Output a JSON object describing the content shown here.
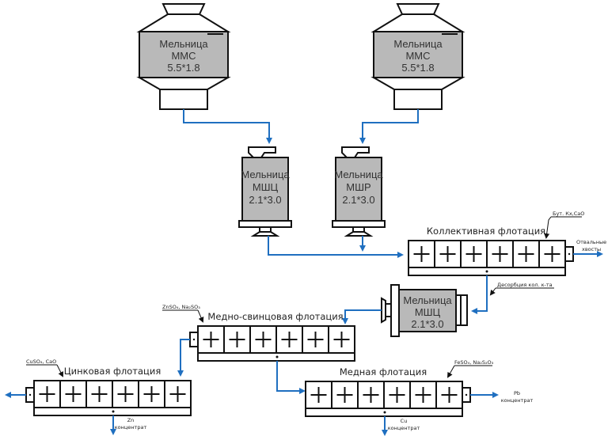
{
  "diagram": {
    "mills_top": [
      {
        "id": "mms-left",
        "name": "Мельница",
        "type": "ММС",
        "size": "5.5*1.8"
      },
      {
        "id": "mms-right",
        "name": "Мельница",
        "type": "ММС",
        "size": "5.5*1.8"
      }
    ],
    "mills_mid": [
      {
        "id": "mshc",
        "name": "Мельница",
        "type": "МШЦ",
        "size": "2.1*3.0"
      },
      {
        "id": "mshr",
        "name": "Мельница",
        "type": "МШР",
        "size": "2.1*3.0"
      }
    ],
    "mill_regrind": {
      "name": "Мельница",
      "type": "МШЦ",
      "size": "2.1*3.0"
    },
    "flotations": {
      "collective": {
        "title": "Коллективная флотация",
        "cells": 6,
        "reagent": "Бут. Кх,CaO",
        "output": [
          "Отвальные",
          "хвосты"
        ],
        "below_note": "Десорбция кол. к-та"
      },
      "cu_pb": {
        "title": "Медно-свинцовая флотация",
        "cells": 6,
        "reagent": "ZnSO₄, Na₂SO₃"
      },
      "zinc": {
        "title": "Цинковая флотация",
        "cells": 6,
        "reagent": "CuSO₄, CaO",
        "output": [
          "Zn",
          "концентрат"
        ]
      },
      "copper": {
        "title": "Медная флотация",
        "cells": 6,
        "reagent": "FeSO₄, Na₂S₂O₃",
        "output_bottom": [
          "Cu",
          "концентрат"
        ],
        "output_right": [
          "Pb",
          "концентрат"
        ]
      }
    },
    "colors": {
      "flow": "#1f6fc0",
      "mill_body": "#b9b9b9",
      "outline": "#111111"
    }
  }
}
